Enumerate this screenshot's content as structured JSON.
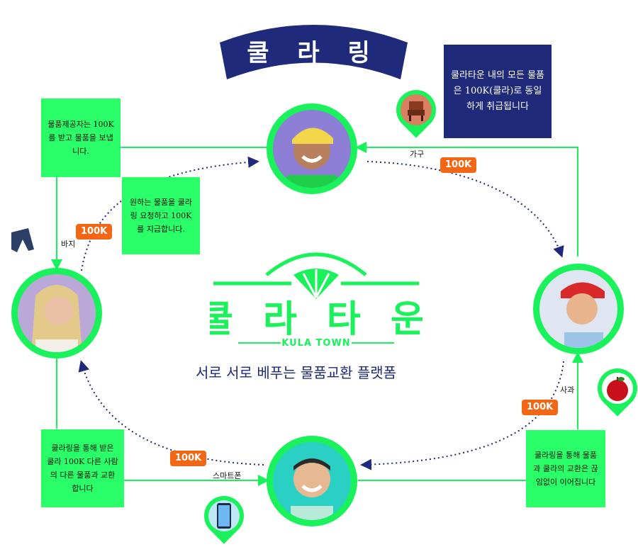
{
  "header": {
    "title": "쿨 라 링"
  },
  "top_right_note": "쿨라타운 내의 모든 물품은 100K(쿨라)로 동일하게 취급됩니다",
  "logo": {
    "main": "쿨 라 타 운",
    "sub": "KULA TOWN"
  },
  "tagline": "서로 서로 베푸는 물품교환 플랫폼",
  "notes": {
    "top_left": "물품제공자는 100K를 받고 물품을 보냅니다.",
    "middle_left": "원하는 물품을 쿨라링 요청하고 100K를 지급합니다.",
    "bottom_left": "쿨라링을 통해 받은 쿨라 100K 다른 사람의 다른 물품과 교환합니다",
    "bottom_right": "쿨라링을 통해 물품과 쿨라의 교환은 끊임없이 이어집니다"
  },
  "items": {
    "furniture": "가구",
    "pants": "바지",
    "apple": "사과",
    "smartphone": "스마트폰"
  },
  "badges": {
    "top_right": "100K",
    "left": "100K",
    "right": "100K",
    "bottom_left": "100K"
  },
  "colors": {
    "green": "#19f25a",
    "navy": "#1f2a7a",
    "orange": "#f26614"
  }
}
